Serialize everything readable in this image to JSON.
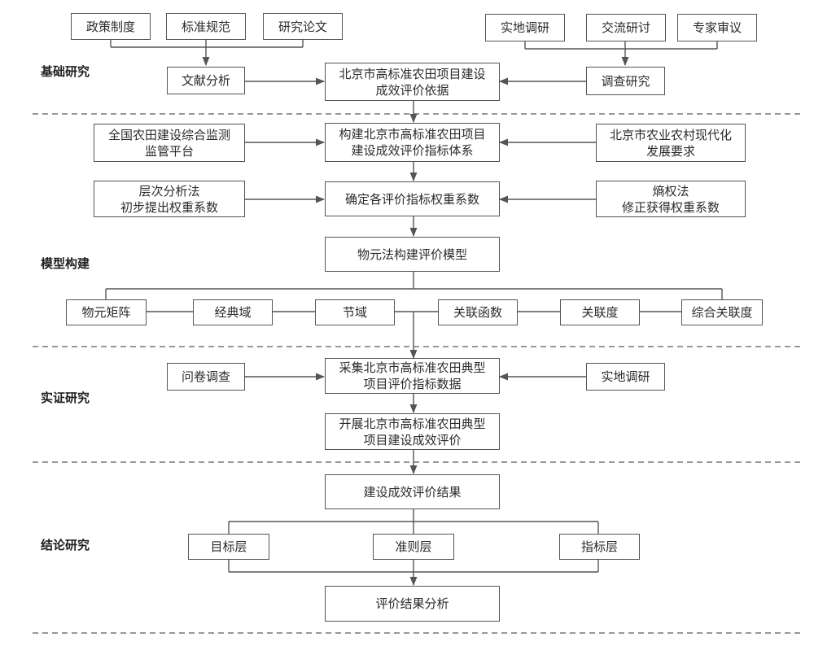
{
  "sections": [
    {
      "id": "basic",
      "label": "基础研究"
    },
    {
      "id": "model",
      "label": "模型构建"
    },
    {
      "id": "empirical",
      "label": "实证研究"
    },
    {
      "id": "conclusion",
      "label": "结论研究"
    }
  ],
  "nodes": {
    "policy": "政策制度",
    "standard": "标准规范",
    "papers": "研究论文",
    "field_survey_top": "实地调研",
    "exchange": "交流研讨",
    "expert_review": "专家审议",
    "literature_analysis": "文献分析",
    "evaluation_basis": "北京市高标准农田项目建设\n成效评价依据",
    "investigation": "调查研究",
    "monitoring_platform": "全国农田建设综合监测\n监管平台",
    "index_system": "构建北京市高标准农田项目\n建设成效评价指标体系",
    "modernization": "北京市农业农村现代化\n发展要求",
    "ahp": "层次分析法\n初步提出权重系数",
    "weights": "确定各评价指标权重系数",
    "entropy": "熵权法\n修正获得权重系数",
    "matter_element_model": "物元法构建评价模型",
    "matter_matrix": "物元矩阵",
    "classical_domain": "经典域",
    "joint_domain": "节域",
    "correlation_function": "关联函数",
    "correlation_degree": "关联度",
    "comprehensive_correlation": "综合关联度",
    "questionnaire": "问卷调查",
    "collect_data": "采集北京市高标准农田典型\n项目评价指标数据",
    "field_survey_mid": "实地调研",
    "conduct_evaluation": "开展北京市高标准农田典型\n项目建设成效评价",
    "evaluation_result": "建设成效评价结果",
    "target_layer": "目标层",
    "criteria_layer": "准则层",
    "indicator_layer": "指标层",
    "result_analysis": "评价结果分析"
  }
}
